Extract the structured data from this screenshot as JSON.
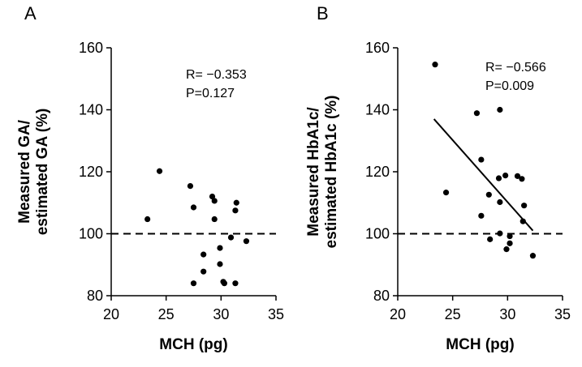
{
  "chart_data": [
    {
      "type": "scatter",
      "panel_label": "A",
      "xlabel": "MCH (pg)",
      "ylabel_lines": [
        "Measured GA/",
        "estimated GA (%)"
      ],
      "xlim": [
        20,
        35
      ],
      "ylim": [
        80,
        160
      ],
      "xticks": [
        "20",
        "25",
        "30",
        "35"
      ],
      "yticks": [
        "80",
        "100",
        "120",
        "140",
        "160"
      ],
      "reference_line": {
        "y": 100,
        "style": "dashed"
      },
      "regression_line": null,
      "stats": {
        "r": "R= −0.353",
        "p": "P=0.127"
      },
      "points": [
        {
          "x": 23.3,
          "y": 104.7
        },
        {
          "x": 24.4,
          "y": 120.2
        },
        {
          "x": 27.2,
          "y": 115.4
        },
        {
          "x": 27.5,
          "y": 108.5
        },
        {
          "x": 27.5,
          "y": 84.0
        },
        {
          "x": 28.4,
          "y": 93.3
        },
        {
          "x": 28.4,
          "y": 87.8
        },
        {
          "x": 29.2,
          "y": 112.0
        },
        {
          "x": 29.4,
          "y": 110.6
        },
        {
          "x": 29.4,
          "y": 104.7
        },
        {
          "x": 29.9,
          "y": 95.4
        },
        {
          "x": 29.9,
          "y": 90.2
        },
        {
          "x": 30.2,
          "y": 84.5
        },
        {
          "x": 30.3,
          "y": 84.0
        },
        {
          "x": 30.9,
          "y": 98.8
        },
        {
          "x": 31.3,
          "y": 107.5
        },
        {
          "x": 31.4,
          "y": 110.0
        },
        {
          "x": 31.3,
          "y": 84.0
        },
        {
          "x": 32.3,
          "y": 97.6
        }
      ]
    },
    {
      "type": "scatter",
      "panel_label": "B",
      "xlabel": "MCH (pg)",
      "ylabel_lines": [
        "Measured HbA1c/",
        "estimated HbA1c  (%)"
      ],
      "xlim": [
        20,
        35
      ],
      "ylim": [
        80,
        160
      ],
      "xticks": [
        "20",
        "25",
        "30",
        "35"
      ],
      "yticks": [
        "80",
        "100",
        "120",
        "140",
        "160"
      ],
      "reference_line": {
        "y": 100,
        "style": "dashed"
      },
      "regression_line": {
        "x1": 23.3,
        "y1": 137.0,
        "x2": 32.3,
        "y2": 101.0
      },
      "stats": {
        "r": "R= −0.566",
        "p": "P=0.009"
      },
      "points": [
        {
          "x": 23.4,
          "y": 154.6
        },
        {
          "x": 24.4,
          "y": 113.3
        },
        {
          "x": 27.2,
          "y": 138.9
        },
        {
          "x": 27.6,
          "y": 123.9
        },
        {
          "x": 27.6,
          "y": 105.8
        },
        {
          "x": 28.3,
          "y": 112.6
        },
        {
          "x": 28.4,
          "y": 98.2
        },
        {
          "x": 29.2,
          "y": 117.9
        },
        {
          "x": 29.3,
          "y": 140.0
        },
        {
          "x": 29.3,
          "y": 110.2
        },
        {
          "x": 29.3,
          "y": 100.1
        },
        {
          "x": 29.8,
          "y": 118.8
        },
        {
          "x": 29.9,
          "y": 95.0
        },
        {
          "x": 30.2,
          "y": 99.2
        },
        {
          "x": 30.2,
          "y": 96.9
        },
        {
          "x": 30.9,
          "y": 118.6
        },
        {
          "x": 31.3,
          "y": 117.7
        },
        {
          "x": 31.4,
          "y": 104.0
        },
        {
          "x": 31.5,
          "y": 109.1
        },
        {
          "x": 32.3,
          "y": 92.9
        }
      ]
    }
  ]
}
